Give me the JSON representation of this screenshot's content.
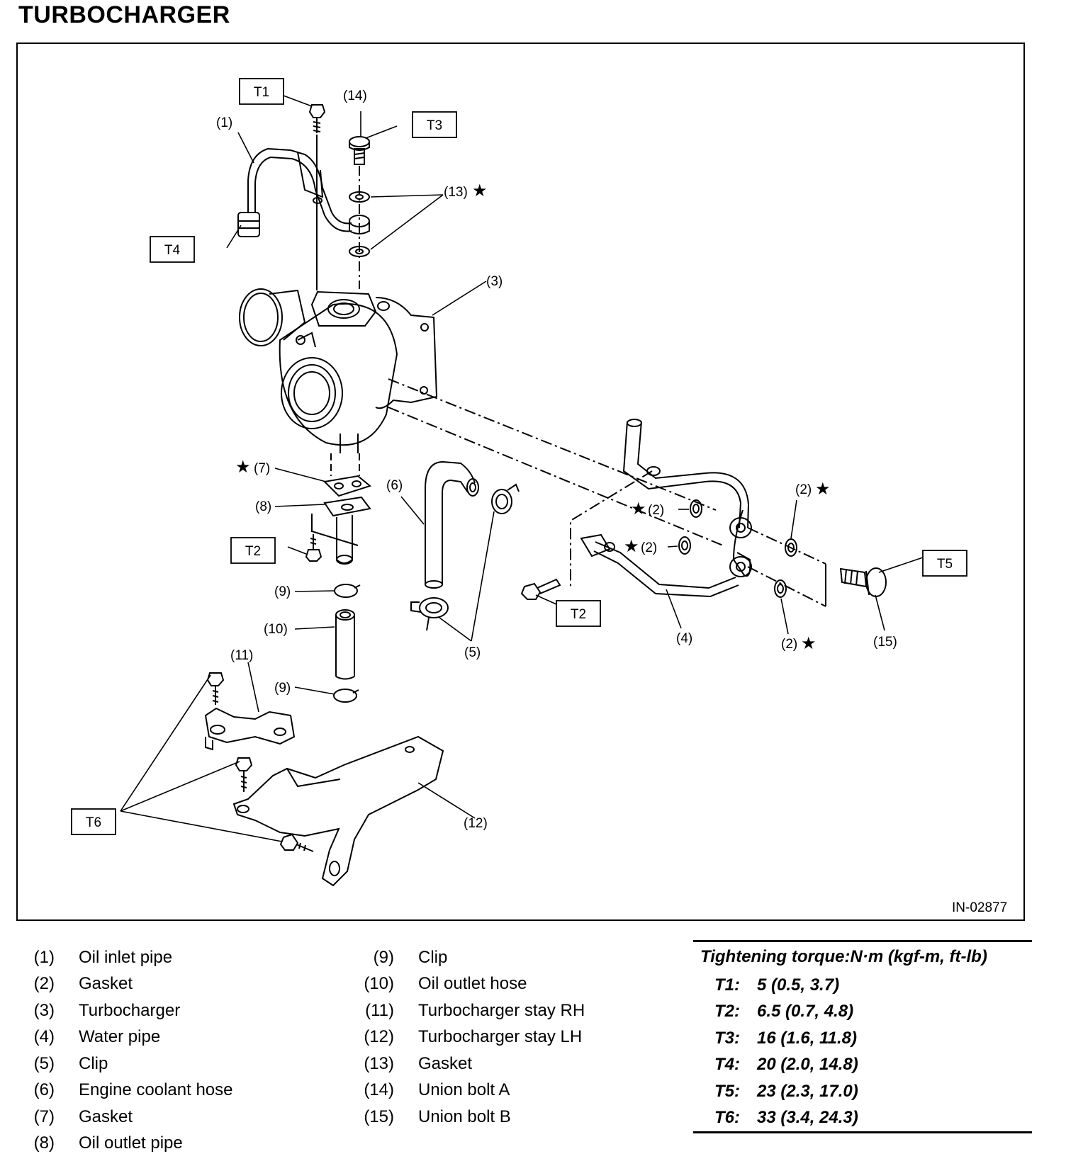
{
  "title": "TURBOCHARGER",
  "figure_id": "IN-02877",
  "callouts": {
    "c1": "(1)",
    "c2": "(2)",
    "c3": "(3)",
    "c4": "(4)",
    "c5": "(5)",
    "c6": "(6)",
    "c7": "(7)",
    "c8": "(8)",
    "c9": "(9)",
    "c10": "(10)",
    "c11": "(11)",
    "c12": "(12)",
    "c13": "(13)",
    "c14": "(14)",
    "c15": "(15)"
  },
  "torque_tags": {
    "t1": "T1",
    "t2": "T2",
    "t3": "T3",
    "t4": "T4",
    "t5": "T5",
    "t6": "T6"
  },
  "star_symbol": "★",
  "legend_left": [
    {
      "num": "(1)",
      "name": "Oil inlet pipe"
    },
    {
      "num": "(2)",
      "name": "Gasket"
    },
    {
      "num": "(3)",
      "name": "Turbocharger"
    },
    {
      "num": "(4)",
      "name": "Water pipe"
    },
    {
      "num": "(5)",
      "name": "Clip"
    },
    {
      "num": "(6)",
      "name": "Engine coolant hose"
    },
    {
      "num": "(7)",
      "name": "Gasket"
    },
    {
      "num": "(8)",
      "name": "Oil outlet pipe"
    }
  ],
  "legend_right": [
    {
      "num": "(9)",
      "name": "Clip"
    },
    {
      "num": "(10)",
      "name": "Oil outlet hose"
    },
    {
      "num": "(11)",
      "name": "Turbocharger stay RH"
    },
    {
      "num": "(12)",
      "name": "Turbocharger stay LH"
    },
    {
      "num": "(13)",
      "name": "Gasket"
    },
    {
      "num": "(14)",
      "name": "Union bolt A"
    },
    {
      "num": "(15)",
      "name": "Union bolt B"
    }
  ],
  "torque": {
    "header": "Tightening torque:N·m (kgf-m, ft-lb)",
    "rows": [
      {
        "key": "T1:",
        "value": "5 (0.5, 3.7)"
      },
      {
        "key": "T2:",
        "value": "6.5 (0.7, 4.8)"
      },
      {
        "key": "T3:",
        "value": "16 (1.6, 11.8)"
      },
      {
        "key": "T4:",
        "value": "20 (2.0, 14.8)"
      },
      {
        "key": "T5:",
        "value": "23 (2.3, 17.0)"
      },
      {
        "key": "T6:",
        "value": "33 (3.4, 24.3)"
      }
    ]
  }
}
